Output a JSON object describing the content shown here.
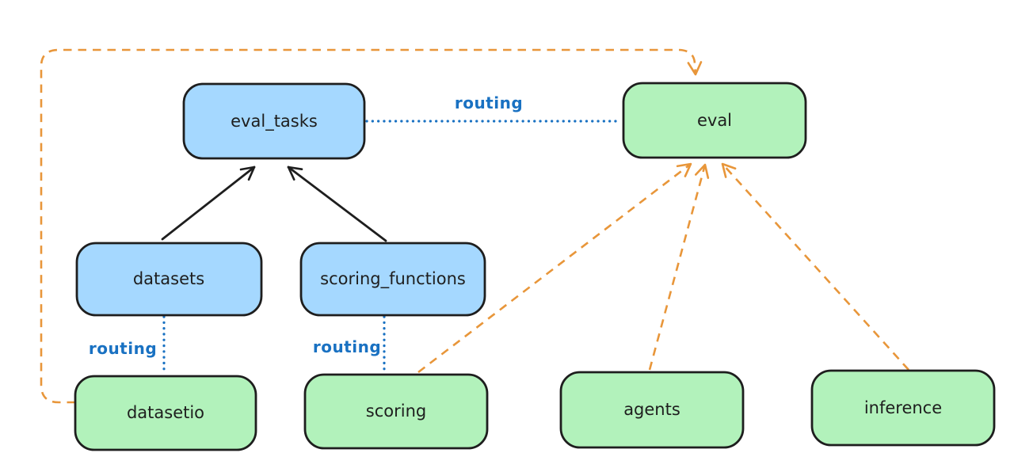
{
  "diagram": {
    "nodes": {
      "eval_tasks": {
        "label": "eval_tasks",
        "fill_color": "blue"
      },
      "eval": {
        "label": "eval",
        "fill_color": "green"
      },
      "datasets": {
        "label": "datasets",
        "fill_color": "blue"
      },
      "scoring_functions": {
        "label": "scoring_functions",
        "fill_color": "blue"
      },
      "datasetio": {
        "label": "datasetio",
        "fill_color": "green"
      },
      "scoring": {
        "label": "scoring",
        "fill_color": "green"
      },
      "agents": {
        "label": "agents",
        "fill_color": "green"
      },
      "inference": {
        "label": "inference",
        "fill_color": "green"
      }
    },
    "edge_labels": {
      "eval_tasks_to_eval": "routing",
      "datasets_to_datasetio": "routing",
      "scoring_functions_to_scoring": "routing"
    },
    "edges": [
      {
        "from": "datasets",
        "to": "eval_tasks",
        "style": "solid",
        "color": "black",
        "arrow": true,
        "label": ""
      },
      {
        "from": "scoring_functions",
        "to": "eval_tasks",
        "style": "solid",
        "color": "black",
        "arrow": true,
        "label": ""
      },
      {
        "from": "eval_tasks",
        "to": "eval",
        "style": "dotted",
        "color": "blue",
        "arrow": false,
        "label": "routing"
      },
      {
        "from": "datasets",
        "to": "datasetio",
        "style": "dotted",
        "color": "blue",
        "arrow": false,
        "label": "routing"
      },
      {
        "from": "scoring_functions",
        "to": "scoring",
        "style": "dotted",
        "color": "blue",
        "arrow": false,
        "label": "routing"
      },
      {
        "from": "datasetio",
        "to": "eval",
        "style": "dashed",
        "color": "orange",
        "arrow": true,
        "label": ""
      },
      {
        "from": "scoring",
        "to": "eval",
        "style": "dashed",
        "color": "orange",
        "arrow": true,
        "label": ""
      },
      {
        "from": "agents",
        "to": "eval",
        "style": "dashed",
        "color": "orange",
        "arrow": true,
        "label": ""
      },
      {
        "from": "inference",
        "to": "eval",
        "style": "dashed",
        "color": "orange",
        "arrow": true,
        "label": ""
      }
    ],
    "colors": {
      "blue_fill": "#a5d8ff",
      "green_fill": "#b2f2bb",
      "outline": "#1e1e1e",
      "routing_blue": "#1971c2",
      "dependency_orange": "#e8963a",
      "background": "#ffffff"
    }
  }
}
